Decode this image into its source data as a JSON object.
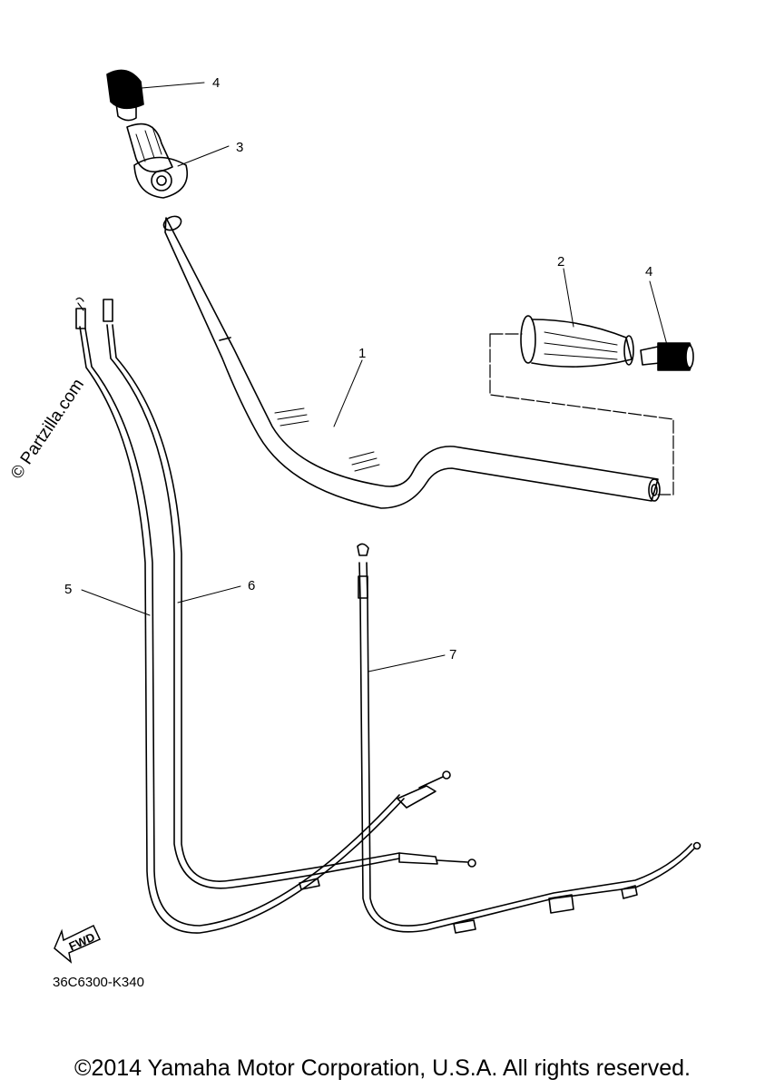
{
  "callouts": {
    "c1": "1",
    "c2": "2",
    "c3": "3",
    "c4a": "4",
    "c4b": "4",
    "c5": "5",
    "c6": "6",
    "c7": "7"
  },
  "watermark": "© Partzilla.com",
  "fwd_label": "FWD",
  "diagram_code": "36C6300-K340",
  "copyright": "©2014 Yamaha Motor Corporation, U.S.A. All rights reserved."
}
